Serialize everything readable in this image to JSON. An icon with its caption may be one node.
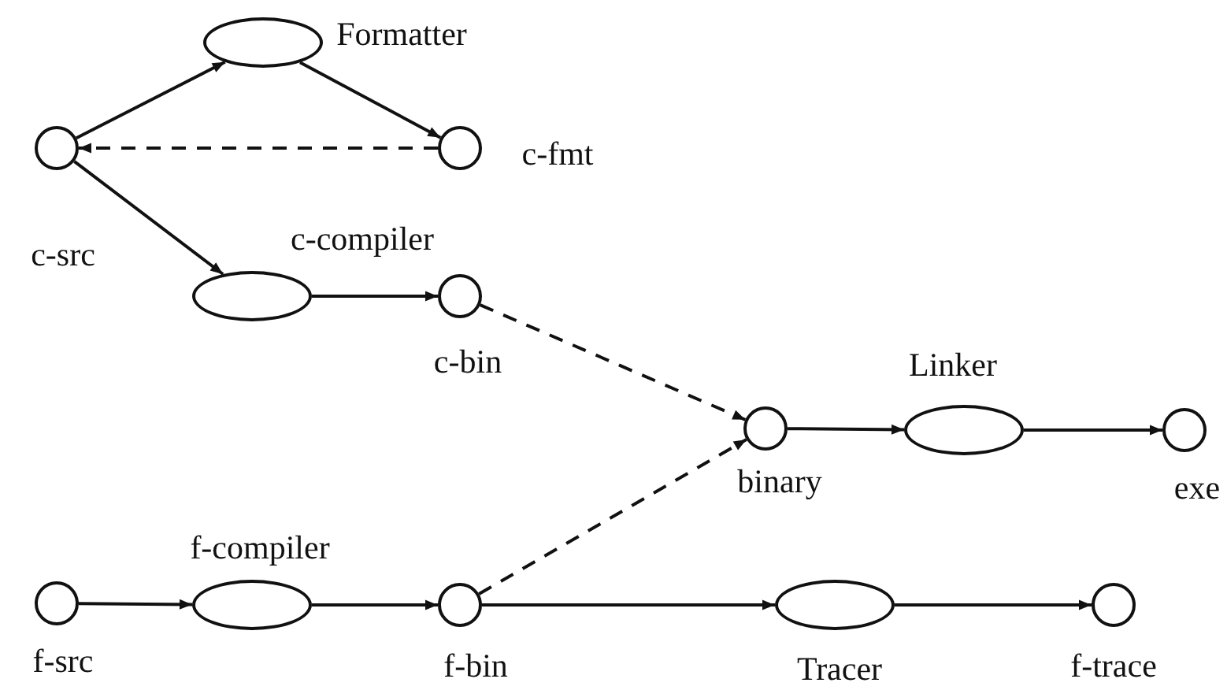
{
  "diagram": {
    "nodes": [
      {
        "text": [
          "Formatter"
        ]
      },
      {
        "text": [
          "c-src"
        ]
      },
      {
        "text": [
          "c-fmt"
        ]
      },
      {
        "text": [
          "c-compiler"
        ]
      },
      {
        "text": [
          "c-bin"
        ]
      },
      {
        "text": [
          "Linker"
        ]
      },
      {
        "text": [
          "binary"
        ]
      },
      {
        "text": [
          "exe"
        ]
      },
      {
        "text": [
          "f-src"
        ]
      },
      {
        "text": [
          "f-compiler"
        ]
      },
      {
        "text": [
          "f-bin"
        ]
      },
      {
        "text": [
          "Tracer"
        ]
      },
      {
        "text": [
          "f-trace"
        ]
      }
    ],
    "edges": [
      {
        "from": 1,
        "to": 0,
        "arrow": "to"
      },
      {
        "from": 0,
        "to": 2,
        "arrow": "to"
      },
      {
        "from": 2,
        "to": 1,
        "arrow": "to",
        "style": "dashed"
      },
      {
        "from": 1,
        "to": 3,
        "arrow": "to"
      },
      {
        "from": 3,
        "to": 4,
        "arrow": "to"
      },
      {
        "from": 4,
        "to": 6,
        "arrow": "to",
        "style": "dashed"
      },
      {
        "from": 10,
        "to": 6,
        "arrow": "to",
        "style": "dashed"
      },
      {
        "from": 6,
        "to": 5,
        "arrow": "to"
      },
      {
        "from": 5,
        "to": 7,
        "arrow": "to"
      },
      {
        "from": 8,
        "to": 9,
        "arrow": "to"
      },
      {
        "from": 9,
        "to": 10,
        "arrow": "to"
      },
      {
        "from": 10,
        "to": 11,
        "arrow": "to"
      },
      {
        "from": 11,
        "to": 12,
        "arrow": "to"
      }
    ]
  }
}
